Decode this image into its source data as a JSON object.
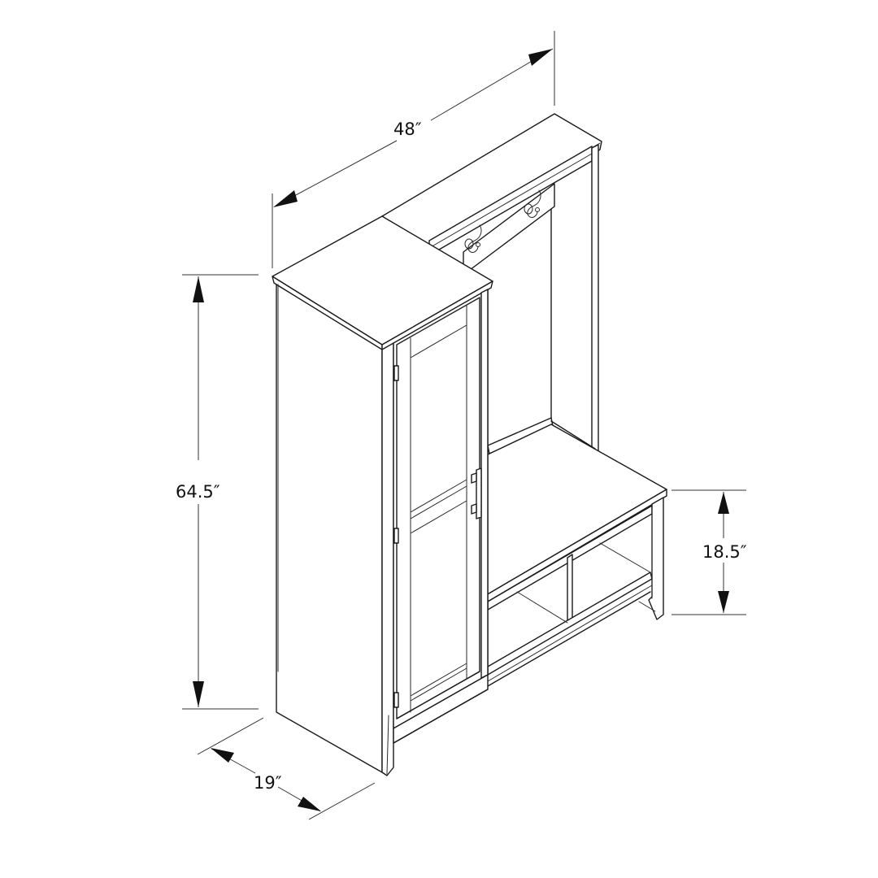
{
  "diagram": {
    "subject": "Hall tree with storage cabinet",
    "view": "isometric line drawing",
    "colors": {
      "line": "#1a1a1a",
      "background": "#ffffff"
    }
  },
  "dimensions": {
    "width": {
      "label": "48″",
      "value": 48,
      "unit": "in"
    },
    "height": {
      "label": "64.5″",
      "value": 64.5,
      "unit": "in"
    },
    "depth": {
      "label": "19″",
      "value": 19,
      "unit": "in"
    },
    "bench_height": {
      "label": "18.5″",
      "value": 18.5,
      "unit": "in"
    }
  },
  "components": {
    "cabinet": {
      "doors": 1,
      "panels_per_door": 2,
      "hinges": 3,
      "handle": "bar-pull"
    },
    "coat_hooks": 2,
    "bench_cubbies": 2
  }
}
